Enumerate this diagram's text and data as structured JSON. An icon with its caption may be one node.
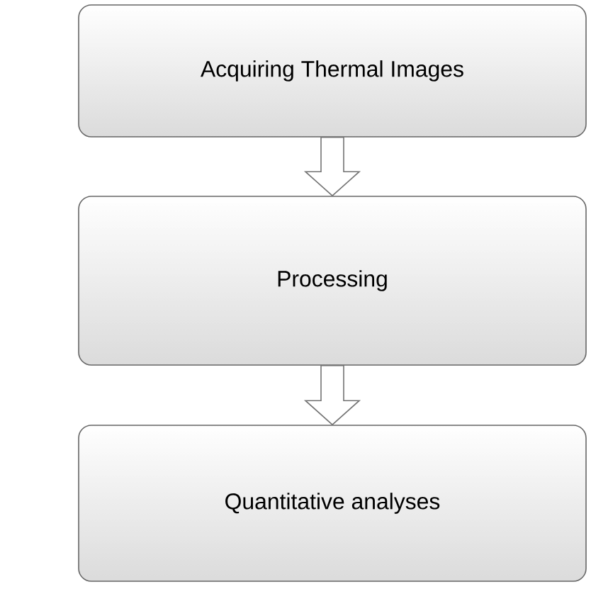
{
  "diagram": {
    "nodes": [
      {
        "text": [
          "Acquiring Thermal Images"
        ]
      },
      {
        "text": [
          "Processing"
        ]
      },
      {
        "text": [
          "Quantitative analyses"
        ]
      }
    ],
    "edges": [
      {
        "from": 0,
        "to": 1,
        "arrow": "to"
      },
      {
        "from": 1,
        "to": 2,
        "arrow": "to"
      }
    ]
  }
}
